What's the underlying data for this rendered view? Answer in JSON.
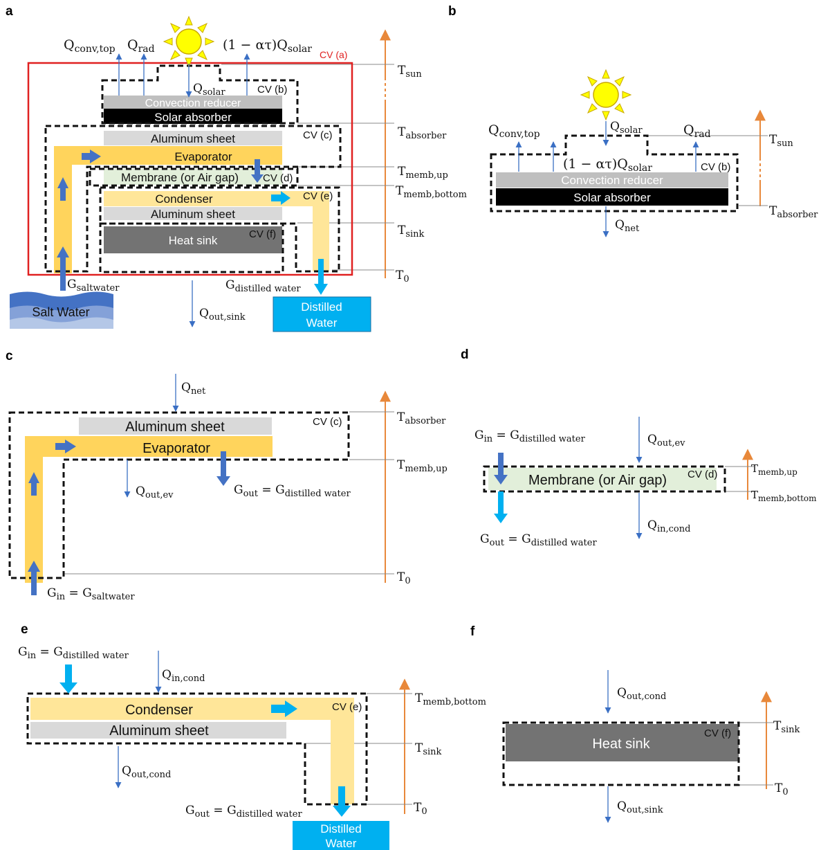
{
  "panels": {
    "a": "a",
    "b": "b",
    "c": "c",
    "d": "d",
    "e": "e",
    "f": "f"
  },
  "labels": {
    "convection_reducer": "Convection reducer",
    "solar_absorber": "Solar absorber",
    "aluminum_sheet": "Aluminum sheet",
    "evaporator": "Evaporator",
    "membrane": "Membrane (or Air gap)",
    "condenser": "Condenser",
    "heat_sink": "Heat sink",
    "salt_water": "Salt Water",
    "distilled_line1": "Distilled",
    "distilled_line2": "Water"
  },
  "cv": {
    "a": "CV (a)",
    "b": "CV (b)",
    "c": "CV (c)",
    "d": "CV (d)",
    "e": "CV (e)",
    "f": "CV (f)"
  },
  "sym": {
    "Q": "Q",
    "G": "G",
    "T": "T",
    "conv_top": "conv,top",
    "rad": "rad",
    "solar": "solar",
    "net": "net",
    "one_minus": "(1 − ατ)Q",
    "out_sink": "out,sink",
    "out_ev": "out,ev",
    "in_cond": "in,cond",
    "out_cond": "out,cond",
    "saltwater": "saltwater",
    "distilled_water": "distilled water",
    "in": "in",
    "out": "out",
    "eq": " = ",
    "sun": "sun",
    "absorber": "absorber",
    "memb_up": "memb,up",
    "memb_bottom": "memb,bottom",
    "sink": "sink",
    "zero": "0"
  },
  "colors": {
    "absorber": "#000000",
    "reducer": "#bfbfbf",
    "aluminum": "#d9d9d9",
    "evaporator": "#ffd45c",
    "membrane": "#e2efda",
    "condenser": "#ffe699",
    "heat_sink": "#737373",
    "distilled_box": "#00b0f0",
    "cv_a": "#e02020",
    "flow_dark": "#4472c4",
    "flow_light": "#00b0f0",
    "temp_axis": "#e8883a",
    "sun": "#ffff00"
  }
}
